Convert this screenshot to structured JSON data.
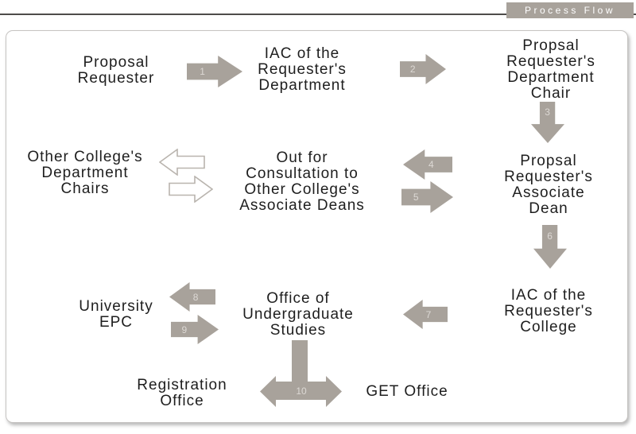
{
  "header": {
    "title": "Process Flow"
  },
  "palette": {
    "header_bar": "#a8a29b",
    "header_text": "#ffffff",
    "arrow_fill": "#a8a29b",
    "arrow_number": "#ddd9d5",
    "outline_arrow_stroke": "#b9b4ae",
    "outline_arrow_fill": "#ffffff",
    "node_text": "#1e1e1e",
    "top_rule": "#4e4c4a"
  },
  "nodes": [
    {
      "id": "proposal-requester",
      "label": "Proposal\nRequester"
    },
    {
      "id": "iac-requesters-department",
      "label": "IAC of the\nRequester's\nDepartment"
    },
    {
      "id": "propsal-requesters-department-chair",
      "label": "Propsal\nRequester's\nDepartment Chair"
    },
    {
      "id": "other-colleges-department-chairs",
      "label": "Other College's\nDepartment\nChairs"
    },
    {
      "id": "out-for-consultation",
      "label": "Out for\nConsultation to\nOther College's\nAssociate Deans"
    },
    {
      "id": "propsal-requesters-associate-dean",
      "label": "Propsal\nRequester's\nAssociate Dean"
    },
    {
      "id": "university-epc",
      "label": "University\nEPC"
    },
    {
      "id": "office-of-undergraduate-studies",
      "label": "Office of\nUndergraduate\nStudies"
    },
    {
      "id": "iac-requesters-college",
      "label": "IAC of the\nRequester's\nCollege"
    },
    {
      "id": "registration-office",
      "label": "Registration\nOffice"
    },
    {
      "id": "get-office",
      "label": "GET Office"
    }
  ],
  "arrows": [
    {
      "number": "1",
      "direction": "right"
    },
    {
      "number": "2",
      "direction": "right"
    },
    {
      "number": "3",
      "direction": "down"
    },
    {
      "number": "4",
      "direction": "left"
    },
    {
      "number": "5",
      "direction": "right"
    },
    {
      "number": "6",
      "direction": "down"
    },
    {
      "number": "7",
      "direction": "left"
    },
    {
      "number": "8",
      "direction": "left"
    },
    {
      "number": "9",
      "direction": "right"
    },
    {
      "number": "10",
      "direction": "down-split-left-right"
    }
  ],
  "consultation_arrows": [
    {
      "direction": "left",
      "style": "outline"
    },
    {
      "direction": "right",
      "style": "outline"
    }
  ]
}
